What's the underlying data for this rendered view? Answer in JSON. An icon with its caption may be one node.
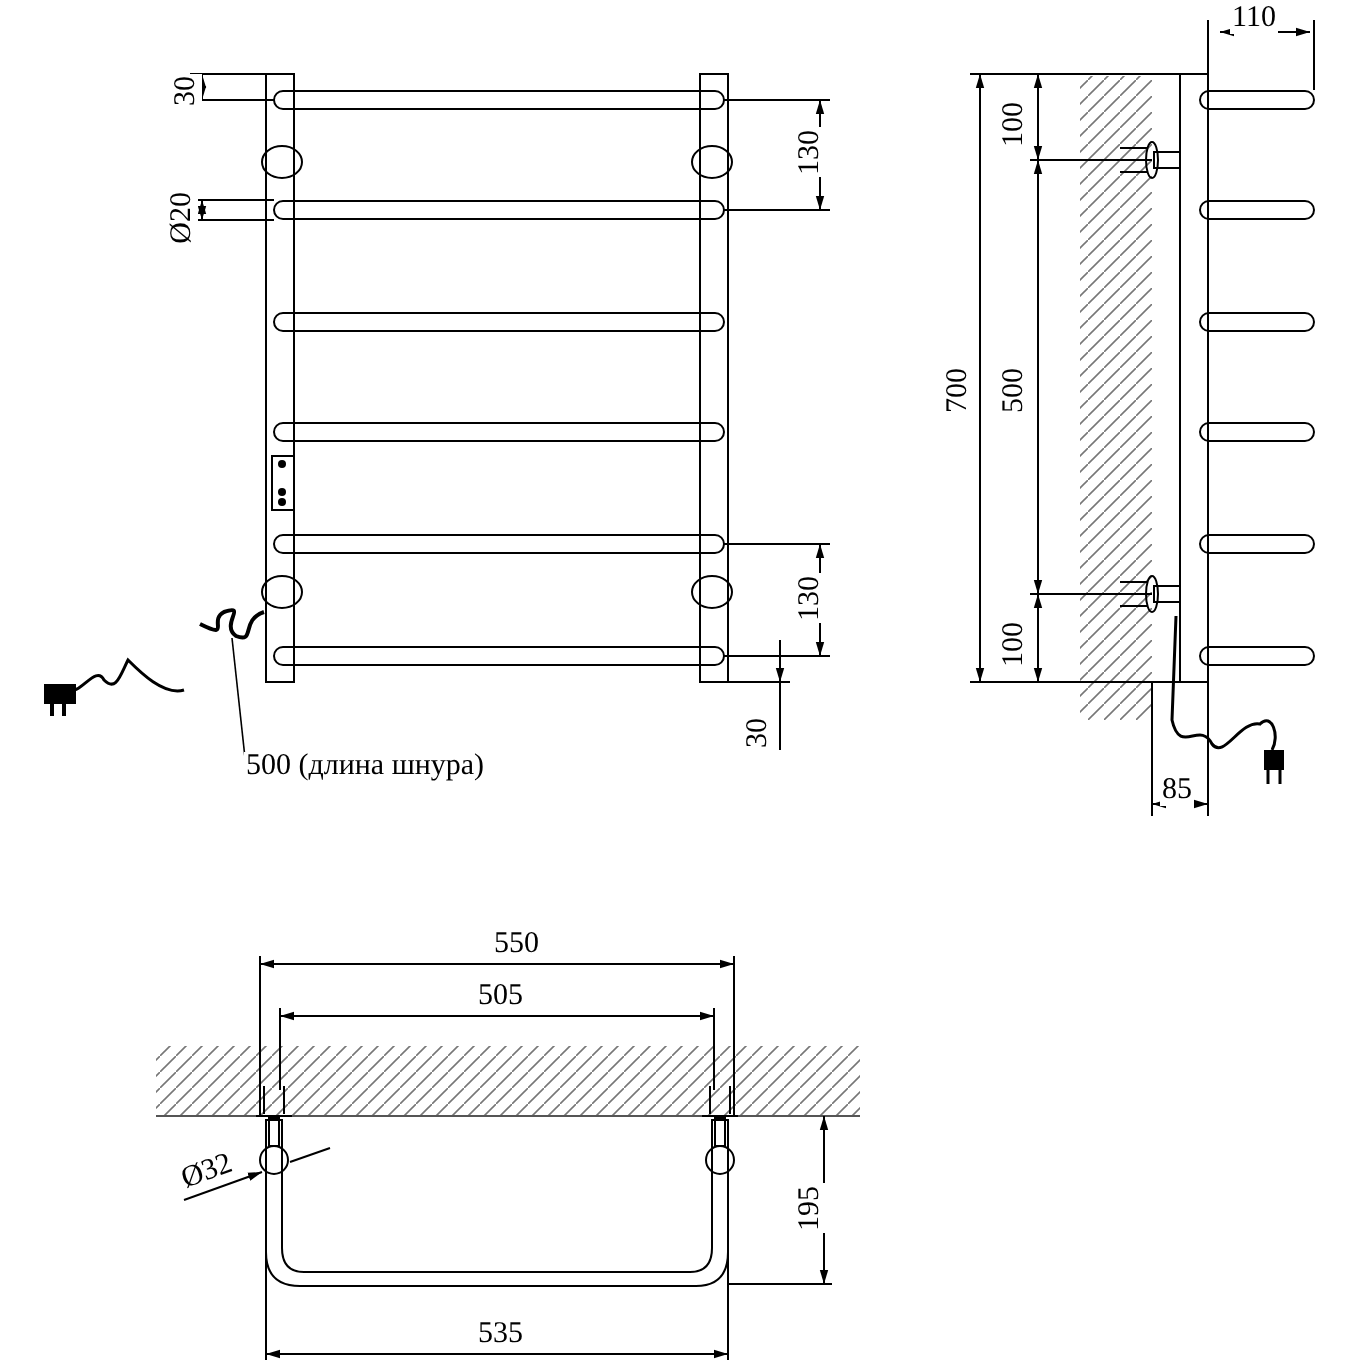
{
  "diagram": {
    "nodes": [
      {
        "text": [
          "500 (длина шнура)"
        ]
      },
      {
        "text": [],
        "shape": "picture"
      }
    ],
    "edges": [
      {
        "from": 0,
        "to": 1,
        "arrow": "none"
      }
    ],
    "labels": [
      "110",
      "30",
      "100",
      "130",
      "Ø20",
      "700",
      "500",
      "130",
      "100",
      "30",
      "85",
      "550",
      "505",
      "Ø32",
      "195",
      "535"
    ]
  }
}
